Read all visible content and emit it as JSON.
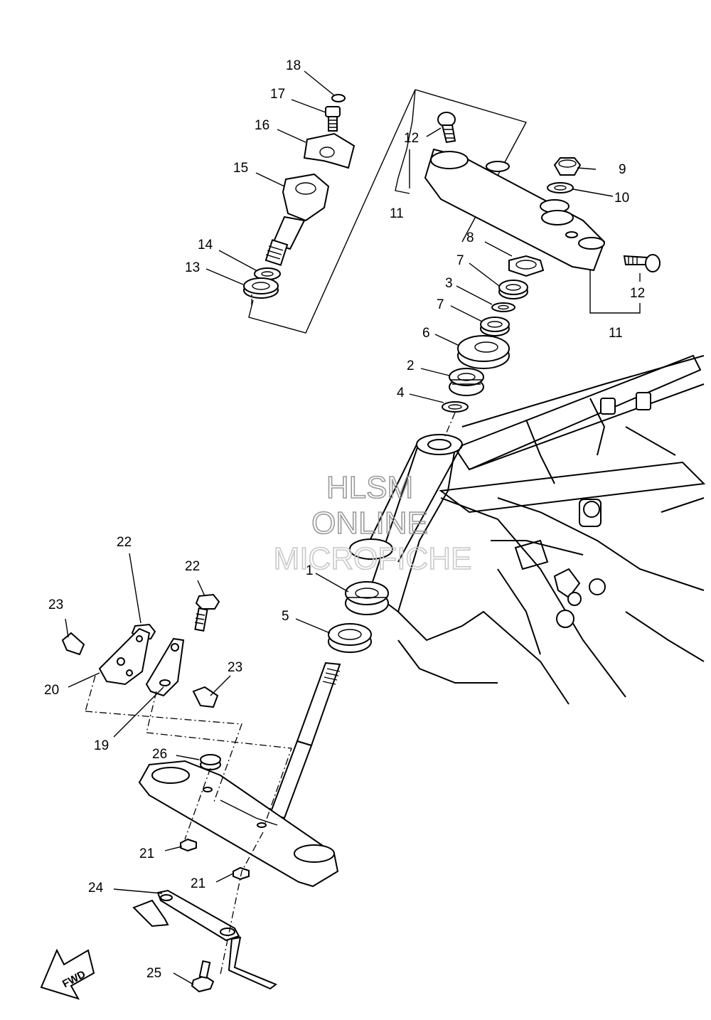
{
  "callouts": [
    {
      "id": "c18",
      "text": "18"
    },
    {
      "id": "c17",
      "text": "17"
    },
    {
      "id": "c16",
      "text": "16"
    },
    {
      "id": "c15",
      "text": "15"
    },
    {
      "id": "c14",
      "text": "14"
    },
    {
      "id": "c13",
      "text": "13"
    },
    {
      "id": "c12a",
      "text": "12"
    },
    {
      "id": "c11a",
      "text": "11"
    },
    {
      "id": "c9",
      "text": "9"
    },
    {
      "id": "c10",
      "text": "10"
    },
    {
      "id": "c8",
      "text": "8"
    },
    {
      "id": "c7a",
      "text": "7"
    },
    {
      "id": "c3",
      "text": "3"
    },
    {
      "id": "c7b",
      "text": "7"
    },
    {
      "id": "c6",
      "text": "6"
    },
    {
      "id": "c2",
      "text": "2"
    },
    {
      "id": "c4",
      "text": "4"
    },
    {
      "id": "c12b",
      "text": "12"
    },
    {
      "id": "c11b",
      "text": "11"
    },
    {
      "id": "c1",
      "text": "1"
    },
    {
      "id": "c5",
      "text": "5"
    },
    {
      "id": "c22a",
      "text": "22"
    },
    {
      "id": "c22b",
      "text": "22"
    },
    {
      "id": "c23a",
      "text": "23"
    },
    {
      "id": "c23b",
      "text": "23"
    },
    {
      "id": "c20",
      "text": "20"
    },
    {
      "id": "c19",
      "text": "19"
    },
    {
      "id": "c26",
      "text": "26"
    },
    {
      "id": "c21a",
      "text": "21"
    },
    {
      "id": "c21b",
      "text": "21"
    },
    {
      "id": "c24",
      "text": "24"
    },
    {
      "id": "c25",
      "text": "25"
    }
  ],
  "watermark": {
    "line1": "HLSM",
    "line2": "ONLINE",
    "line3": "MICROFICHE"
  },
  "fwd_arrow": {
    "label": "FWD"
  }
}
